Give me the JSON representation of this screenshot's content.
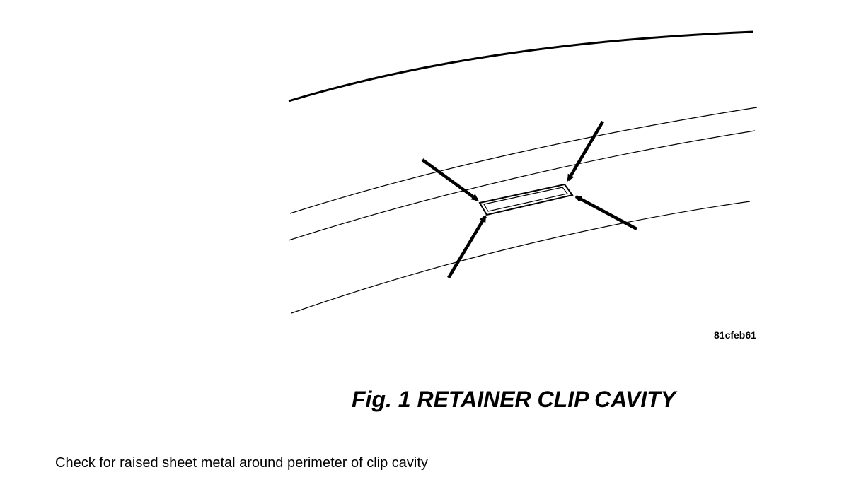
{
  "figure": {
    "reference_code": "81cfeb61",
    "caption": "Fig. 1 RETAINER CLIP CAVITY",
    "illustration_name": "retainer-clip-cavity-illustration"
  },
  "body": {
    "instruction": "Check for raised sheet metal around perimeter of clip cavity"
  }
}
